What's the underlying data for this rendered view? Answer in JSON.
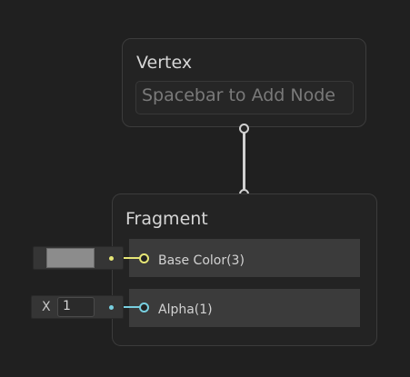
{
  "vertex_node": {
    "title": "Vertex",
    "placeholder": "Spacebar to Add Node"
  },
  "fragment_node": {
    "title": "Fragment",
    "ports": [
      {
        "label": "Base Color(3)",
        "wire_color": "#e6e676"
      },
      {
        "label": "Alpha(1)",
        "wire_color": "#78cfe0"
      }
    ]
  },
  "alpha_input": {
    "axis": "X",
    "value": "1"
  },
  "colors": {
    "background": "#202020",
    "node_border": "#3c3c3c",
    "base_color_wire": "#e6e676",
    "alpha_wire": "#78cfe0",
    "swatch": "#8c8c8c"
  }
}
